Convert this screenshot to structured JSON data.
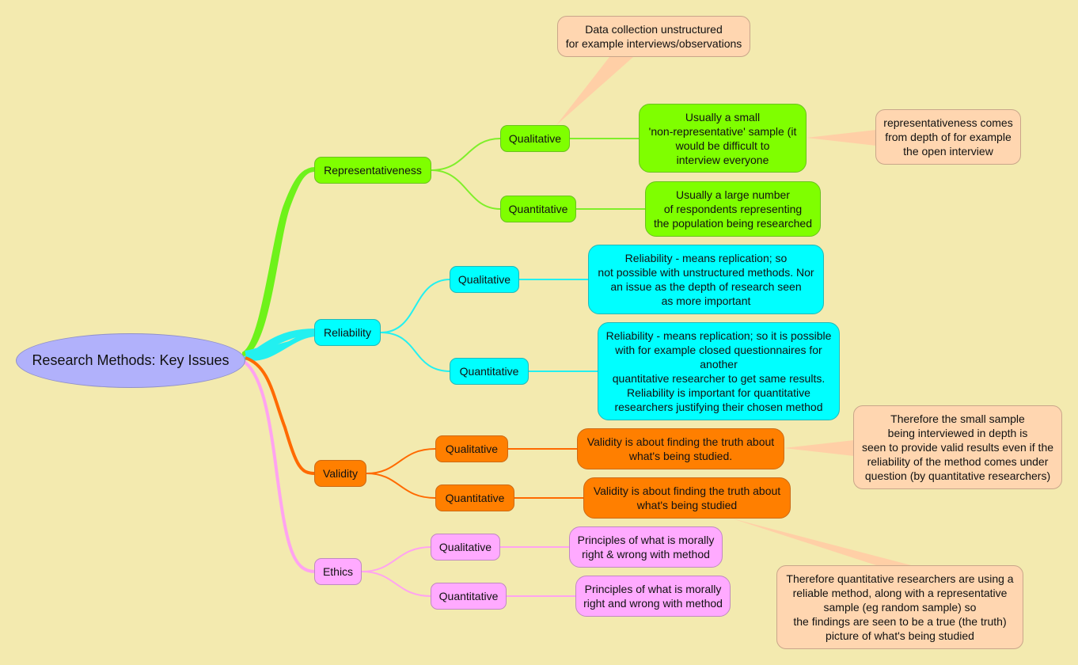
{
  "map": {
    "title": "Research Methods: Key Issues",
    "colors": {
      "background": "#f3eaaf",
      "root": "#b1b1fb",
      "representativeness": "#7fff00",
      "reliability": "#00ffff",
      "validity": "#ff7f00",
      "ethics": "#ffaaff",
      "note": "#ffd6b0",
      "branch_green": "#6ef21a",
      "branch_cyan": "#22f0f0",
      "branch_orange": "#ff6a00",
      "branch_pink": "#ffa3f0",
      "callout": "#ffcfa6"
    },
    "branches": [
      {
        "label": "Representativeness",
        "children": [
          {
            "label": "Qualitative",
            "detail": "Usually a small\n'non-representative' sample (it\nwould be difficult to\ninterview everyone",
            "callouts": [
              "Data collection unstructured\nfor example interviews/observations",
              "representativeness comes\nfrom depth of for example\nthe open interview"
            ]
          },
          {
            "label": "Quantitative",
            "detail": "Usually a large number\nof respondents representing\nthe population being researched"
          }
        ]
      },
      {
        "label": "Reliability",
        "children": [
          {
            "label": "Qualitative",
            "detail": "Reliability - means replication; so\nnot possible with unstructured methods. Nor\nan issue as the depth of research seen\nas more important"
          },
          {
            "label": "Quantitative",
            "detail": "Reliability - means replication; so it is possible\nwith for example closed questionnaires for\nanother\nquantitative researcher to get same results.\nReliability is important for quantitative\nresearchers justifying their chosen method"
          }
        ]
      },
      {
        "label": "Validity",
        "children": [
          {
            "label": "Qualitative",
            "detail": "Validity is about finding the truth about\nwhat's being studied.",
            "callouts": [
              "Therefore the small sample\nbeing interviewed in depth is\nseen to provide valid results even if the\nreliability of the method comes under\nquestion (by quantitative researchers)"
            ]
          },
          {
            "label": "Quantitative",
            "detail": "Validity is about finding the truth about\nwhat's being studied",
            "callouts": [
              "Therefore quantitative researchers are using a\nreliable method, along with a representative\nsample (eg random sample) so\nthe findings are seen to be a true (the truth)\npicture of what's being studied"
            ]
          }
        ]
      },
      {
        "label": "Ethics",
        "children": [
          {
            "label": "Qualitative",
            "detail": "Principles of what is morally\nright & wrong with method"
          },
          {
            "label": "Quantitative",
            "detail": "Principles of what is morally\nright and wrong with method"
          }
        ]
      }
    ]
  }
}
